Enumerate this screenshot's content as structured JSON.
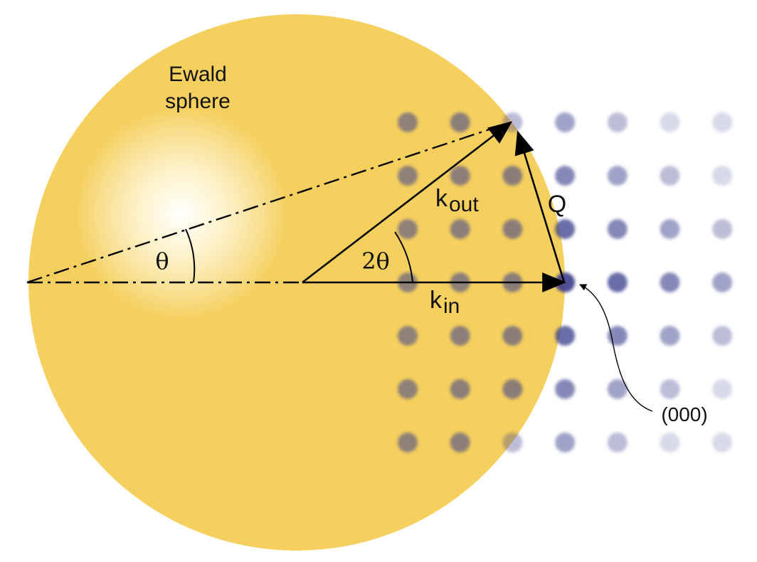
{
  "labels": {
    "sphere_line1": "Ewald",
    "sphere_line2": "sphere",
    "theta": "θ",
    "two_theta": "2θ",
    "k_out_main": "k",
    "k_out_sub": "out",
    "k_in_main": "k",
    "k_in_sub": "in",
    "q": "Q",
    "origin": "(000)"
  },
  "colors": {
    "sphere": "#f5d05e",
    "sphere_glow": "#ffffff",
    "lattice_point": "#3a3f8c",
    "lines": "#000000"
  },
  "lattice": {
    "columns": 7,
    "rows": 7,
    "origin_row": 3,
    "origin_column": 3
  },
  "icons": {
    "arrowhead": "arrowhead-icon"
  }
}
